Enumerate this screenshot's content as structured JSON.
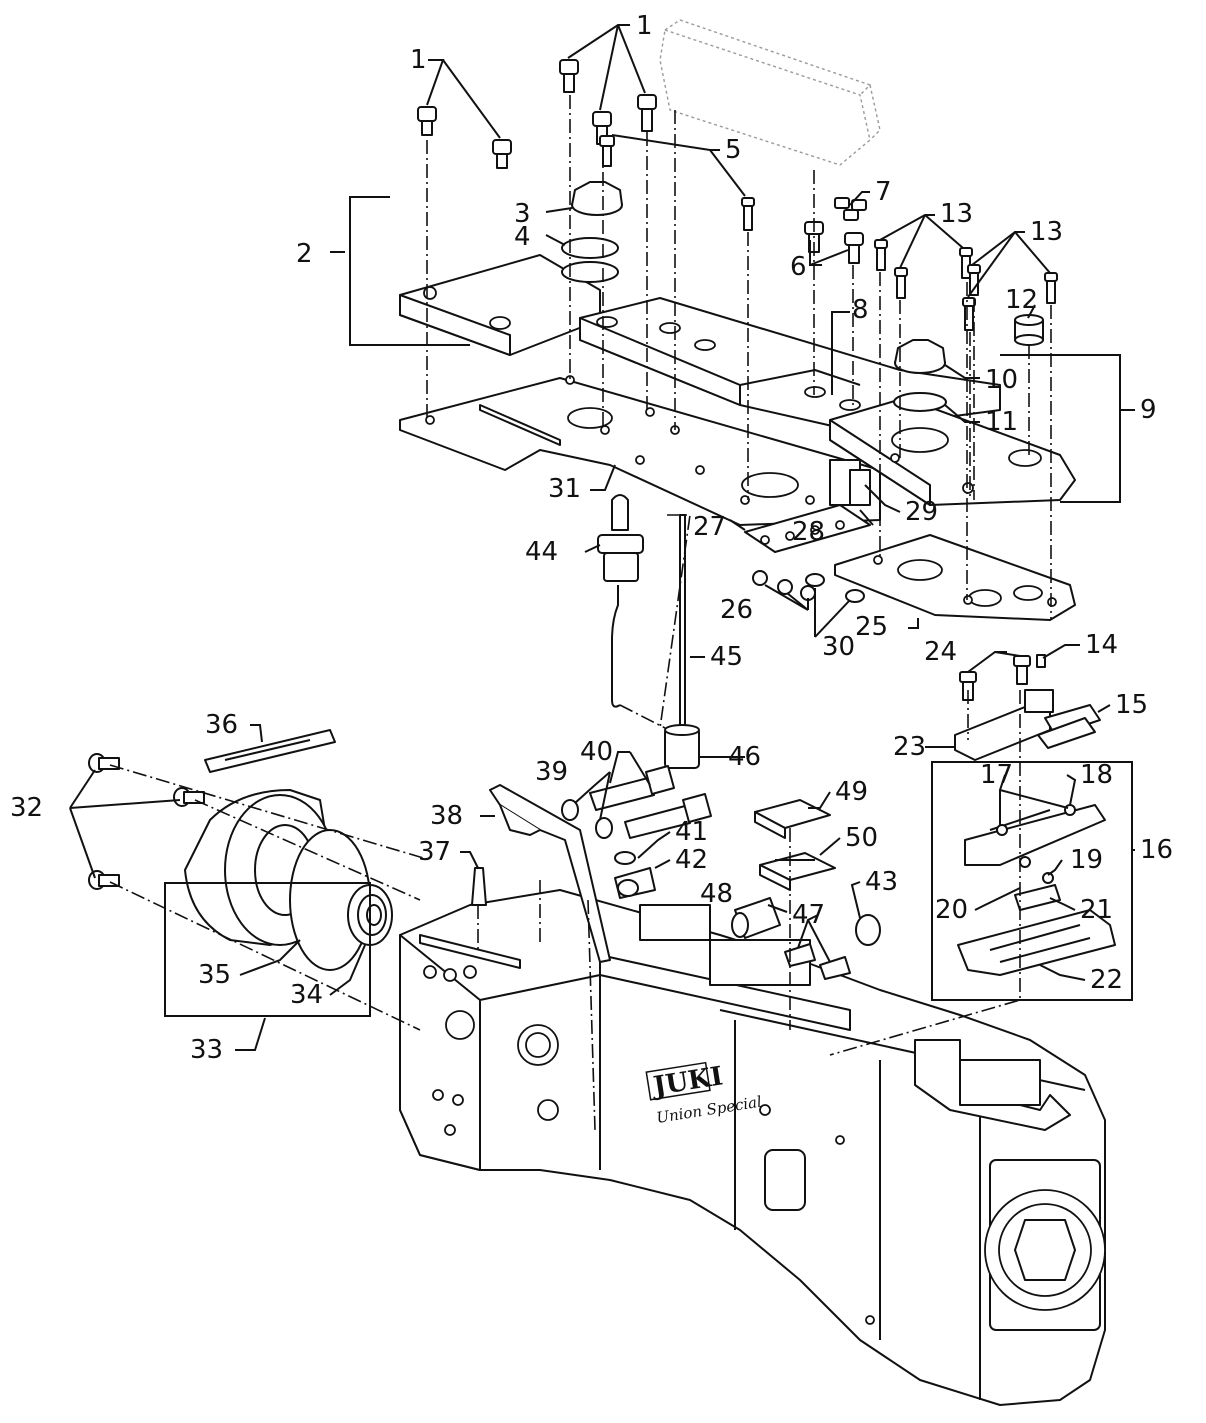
{
  "diagram": {
    "brand_logo": "JUKI",
    "brand_script": "Union Special",
    "callouts": [
      {
        "id": "c1a",
        "text": "1"
      },
      {
        "id": "c1b",
        "text": "1"
      },
      {
        "id": "c2",
        "text": "2"
      },
      {
        "id": "c3",
        "text": "3"
      },
      {
        "id": "c4",
        "text": "4"
      },
      {
        "id": "c5",
        "text": "5"
      },
      {
        "id": "c6",
        "text": "6"
      },
      {
        "id": "c7",
        "text": "7"
      },
      {
        "id": "c8",
        "text": "8"
      },
      {
        "id": "c9",
        "text": "9"
      },
      {
        "id": "c10",
        "text": "10"
      },
      {
        "id": "c11",
        "text": "11"
      },
      {
        "id": "c12",
        "text": "12"
      },
      {
        "id": "c13a",
        "text": "13"
      },
      {
        "id": "c13b",
        "text": "13"
      },
      {
        "id": "c14",
        "text": "14"
      },
      {
        "id": "c15",
        "text": "15"
      },
      {
        "id": "c16",
        "text": "16"
      },
      {
        "id": "c17",
        "text": "17"
      },
      {
        "id": "c18",
        "text": "18"
      },
      {
        "id": "c19",
        "text": "19"
      },
      {
        "id": "c20",
        "text": "20"
      },
      {
        "id": "c21",
        "text": "21"
      },
      {
        "id": "c22",
        "text": "22"
      },
      {
        "id": "c23",
        "text": "23"
      },
      {
        "id": "c24",
        "text": "24"
      },
      {
        "id": "c25",
        "text": "25"
      },
      {
        "id": "c26",
        "text": "26"
      },
      {
        "id": "c27",
        "text": "27"
      },
      {
        "id": "c28",
        "text": "28"
      },
      {
        "id": "c29",
        "text": "29"
      },
      {
        "id": "c30",
        "text": "30"
      },
      {
        "id": "c31",
        "text": "31"
      },
      {
        "id": "c32",
        "text": "32"
      },
      {
        "id": "c33",
        "text": "33"
      },
      {
        "id": "c34",
        "text": "34"
      },
      {
        "id": "c35",
        "text": "35"
      },
      {
        "id": "c36",
        "text": "36"
      },
      {
        "id": "c37",
        "text": "37"
      },
      {
        "id": "c38",
        "text": "38"
      },
      {
        "id": "c39",
        "text": "39"
      },
      {
        "id": "c40",
        "text": "40"
      },
      {
        "id": "c41",
        "text": "41"
      },
      {
        "id": "c42",
        "text": "42"
      },
      {
        "id": "c43",
        "text": "43"
      },
      {
        "id": "c44",
        "text": "44"
      },
      {
        "id": "c45",
        "text": "45"
      },
      {
        "id": "c46",
        "text": "46"
      },
      {
        "id": "c47",
        "text": "47"
      },
      {
        "id": "c48",
        "text": "48"
      },
      {
        "id": "c49",
        "text": "49"
      },
      {
        "id": "c50",
        "text": "50"
      }
    ]
  }
}
